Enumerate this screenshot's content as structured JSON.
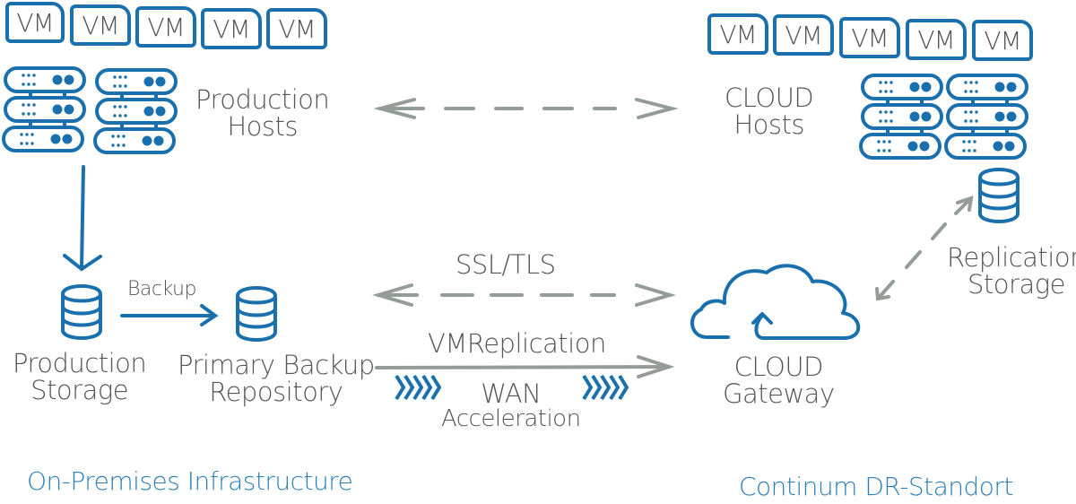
{
  "colors": {
    "primary_blue": "#1a70ad",
    "label_blue": "#2a7fb8",
    "arrow_gray": "#949c98",
    "text_gray": "#555555"
  },
  "on_premises": {
    "section_title": "On-Premises Infrastructure",
    "vms": [
      "VM",
      "VM",
      "VM",
      "VM",
      "VM"
    ],
    "hosts_label_line1": "Production",
    "hosts_label_line2": "Hosts",
    "production_storage_line1": "Production",
    "production_storage_line2": "Storage",
    "backup_arrow_label": "Backup",
    "backup_repo_line1": "Primary Backup",
    "backup_repo_line2": "Repository"
  },
  "links": {
    "ssl_tls": "SSL/TLS",
    "vm_replication": "VMReplication",
    "wan_line1": "WAN",
    "wan_line2": "Acceleration"
  },
  "cloud": {
    "section_title": "Continum DR-Standort",
    "vms": [
      "VM",
      "VM",
      "VM",
      "VM",
      "VM"
    ],
    "hosts_label_line1": "CLOUD",
    "hosts_label_line2": "Hosts",
    "gateway_line1": "CLOUD",
    "gateway_line2": "Gateway",
    "replication_storage_line1": "Replication",
    "replication_storage_line2": "Storage"
  }
}
